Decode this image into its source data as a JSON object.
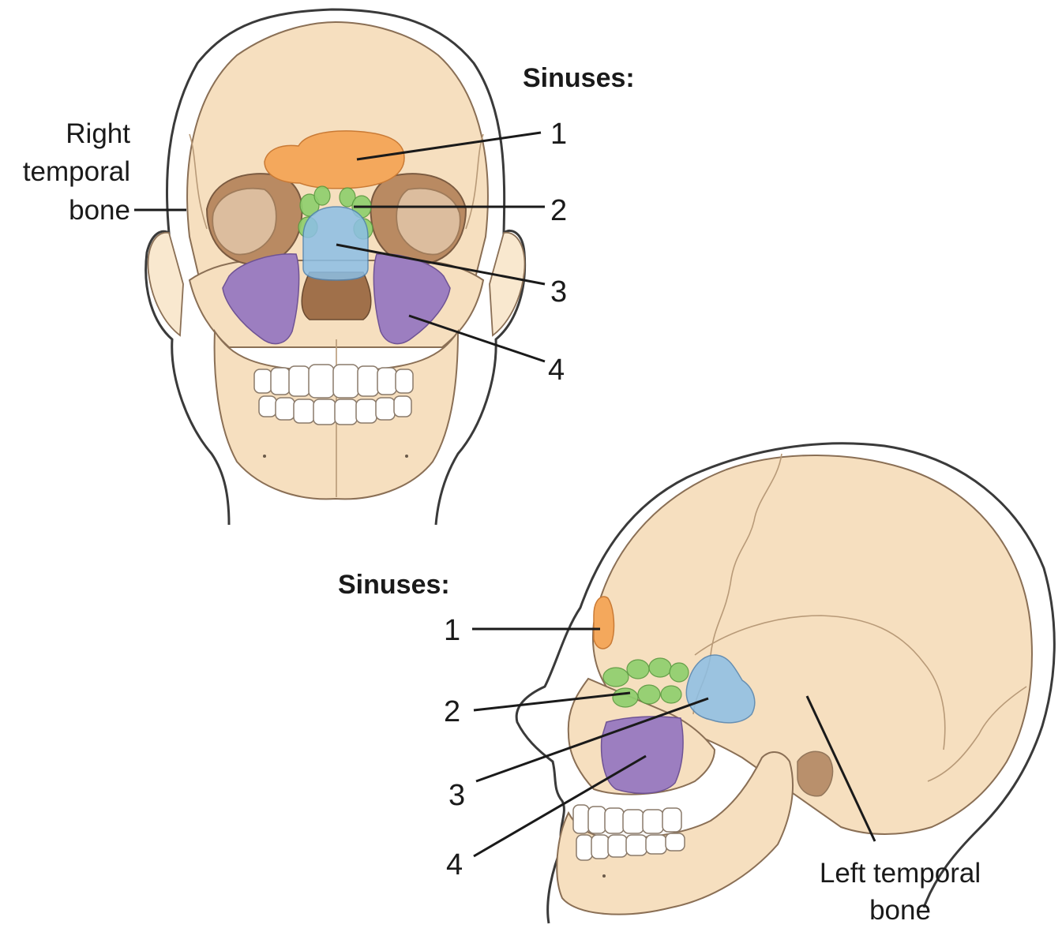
{
  "front_view": {
    "heading": "Sinuses:",
    "side_label_lines": [
      "Right",
      "temporal",
      "bone"
    ],
    "callouts": [
      "1",
      "2",
      "3",
      "4"
    ]
  },
  "side_view": {
    "heading": "Sinuses:",
    "callouts": [
      "1",
      "2",
      "3",
      "4"
    ],
    "side_label_lines": [
      "Left temporal",
      "bone"
    ]
  },
  "colors": {
    "sinus_1": "#f4a85c",
    "sinus_2": "#8fcf6e",
    "sinus_3": "#8cbfe6",
    "sinus_4": "#9c7ec0",
    "bone": "#f6dfbf"
  }
}
